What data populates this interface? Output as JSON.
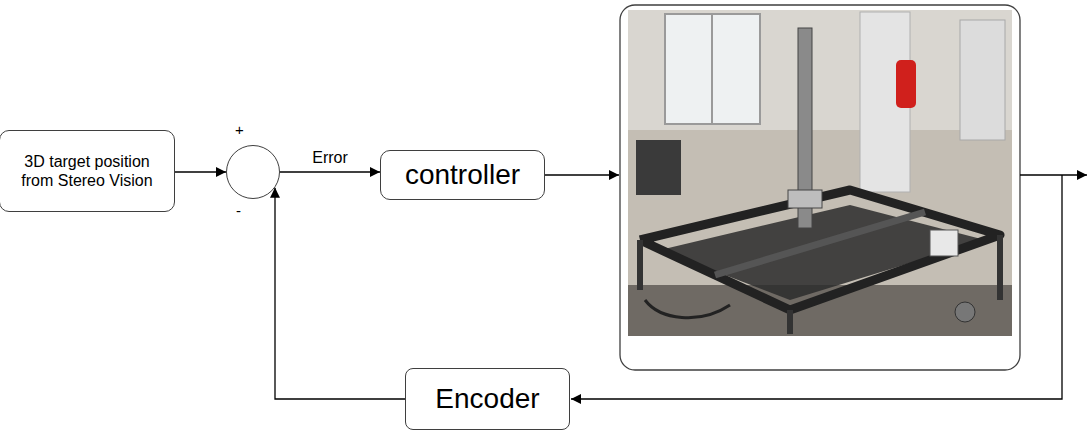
{
  "diagram": {
    "nodes": [
      {
        "text": [
          "3D target position from Stereo Vision"
        ]
      },
      {
        "text": [
          "+",
          "-"
        ]
      },
      {
        "text": [
          "controller"
        ]
      },
      {
        "text": [
          "Encoder"
        ]
      }
    ],
    "edges": [
      {
        "from": 0,
        "to": 1,
        "arrow": "to"
      },
      {
        "from": 1,
        "to": 2,
        "label": "Error",
        "arrow": "to"
      },
      {
        "from": 3,
        "to": 1,
        "arrow": "to"
      }
    ]
  }
}
